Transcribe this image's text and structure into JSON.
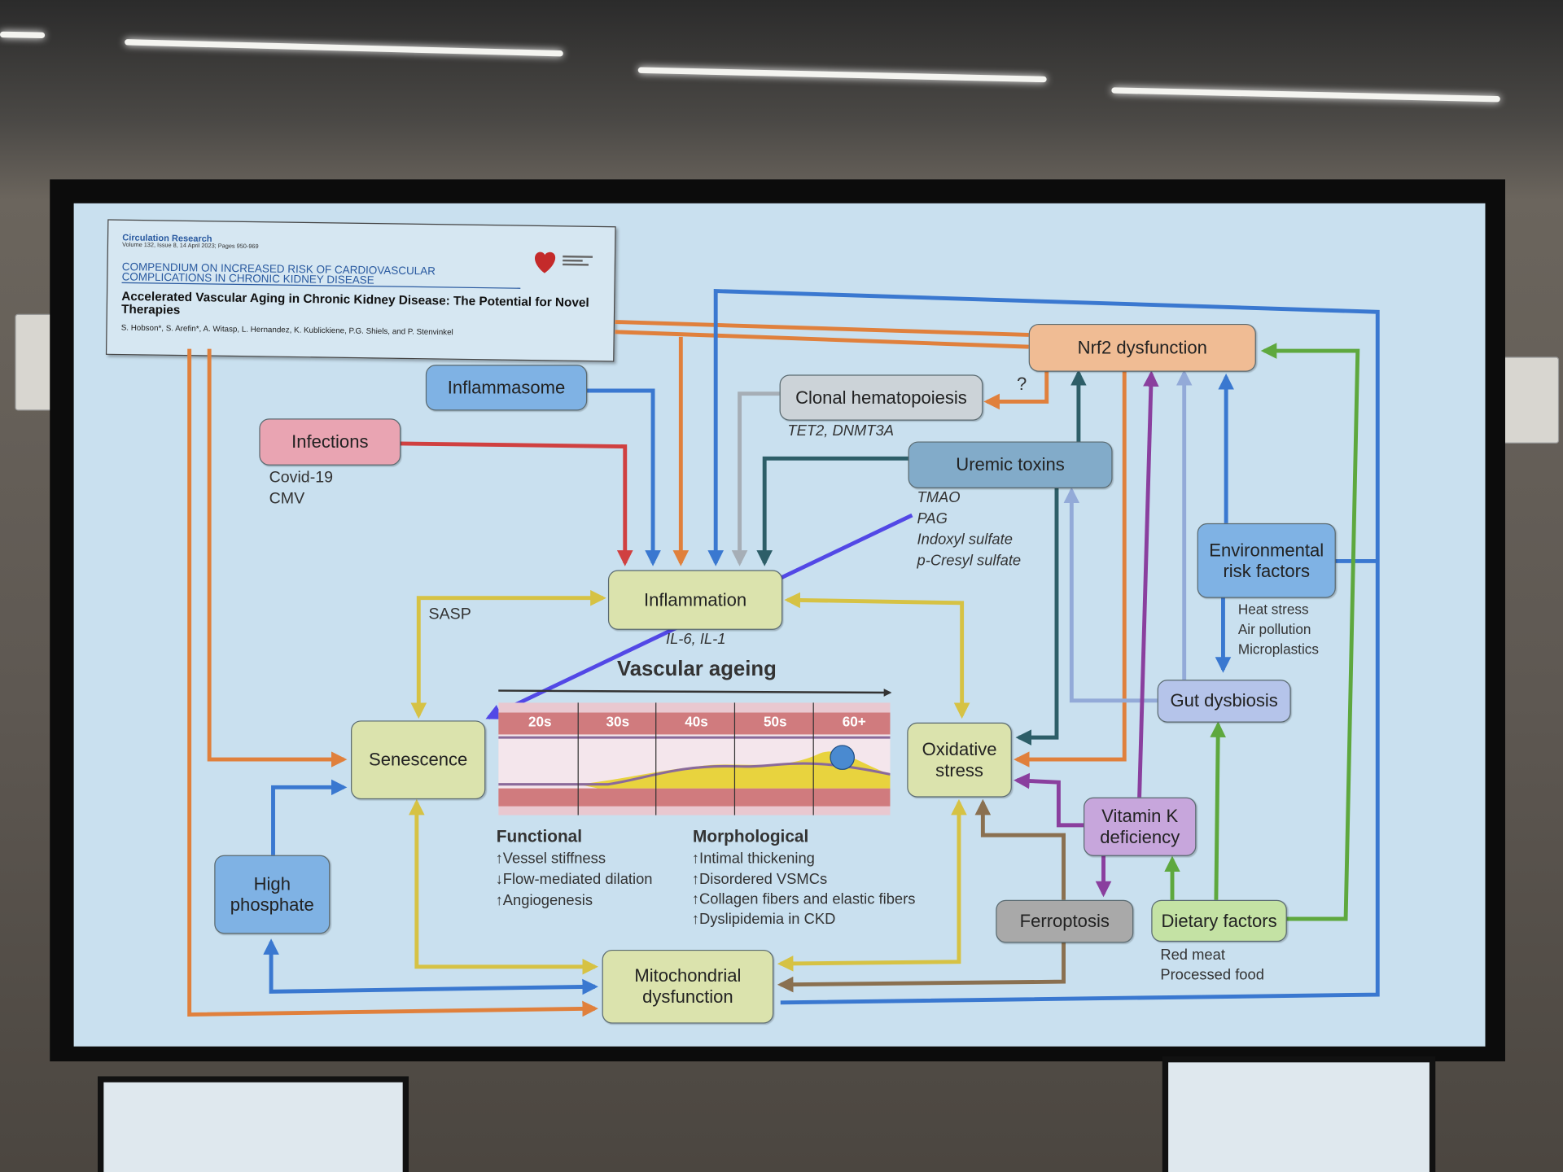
{
  "paper": {
    "journal": "Circulation Research",
    "volume": "Volume 132, Issue 8, 14 April 2023; Pages 950-969",
    "compendium": "COMPENDIUM ON INCREASED RISK OF CARDIOVASCULAR COMPLICATIONS IN CHRONIC KIDNEY DISEASE",
    "title": "Accelerated Vascular Aging in Chronic Kidney Disease: The Potential for Novel Therapies",
    "authors": "S. Hobson*, S. Arefin*, A. Witasp, L. Hernandez, K. Kublickiene, P.G. Shiels, and P. Stenvinkel",
    "publisher_logo": "American Heart Association"
  },
  "nodes": {
    "inflammasome": "Inflammasome",
    "infections": "Infections",
    "clonal": "Clonal hematopoiesis",
    "nrf2": "Nrf2 dysfunction",
    "uremic": "Uremic toxins",
    "environmental": "Environmental risk factors",
    "inflammation": "Inflammation",
    "senescence": "Senescence",
    "oxidative": "Oxidative stress",
    "gut": "Gut dysbiosis",
    "vitk": "Vitamin K deficiency",
    "phosphate": "High phosphate",
    "ferroptosis": "Ferroptosis",
    "dietary": "Dietary factors",
    "mito": "Mitochondrial dysfunction"
  },
  "labels": {
    "question": "?",
    "infections_sub": [
      "Covid-19",
      "CMV"
    ],
    "clonal_sub": "TET2, DNMT3A",
    "uremic_sub": [
      "TMAO",
      "PAG",
      "Indoxyl sulfate",
      "p-Cresyl sulfate"
    ],
    "env_sub": [
      "Heat stress",
      "Air pollution",
      "Microplastics"
    ],
    "dietary_sub": [
      "Red meat",
      "Processed food"
    ],
    "sasp": "SASP",
    "inflammation_sub": "IL-6, IL-1",
    "vascular_title": "Vascular ageing",
    "ages": [
      "20s",
      "30s",
      "40s",
      "50s",
      "60+"
    ],
    "functional": {
      "title": "Functional",
      "items": [
        {
          "dir": "↑",
          "text": "Vessel stiffness"
        },
        {
          "dir": "↓",
          "text": "Flow-mediated dilation"
        },
        {
          "dir": "↑",
          "text": "Angiogenesis"
        }
      ]
    },
    "morphological": {
      "title": "Morphological",
      "items": [
        {
          "dir": "↑",
          "text": "Intimal thickening"
        },
        {
          "dir": "↑",
          "text": "Disordered VSMCs"
        },
        {
          "dir": "↑",
          "text": "Collagen fibers and elastic fibers"
        },
        {
          "dir": "↑",
          "text": "Dyslipidemia in CKD"
        }
      ]
    }
  },
  "colors": {
    "orange": "#e0803c",
    "blue": "#3a78d0",
    "red": "#d04040",
    "gray": "#a6aeb6",
    "teal": "#2d5e68",
    "yellow": "#d6c244",
    "purple": "#8a3f9e",
    "green": "#5ea83e",
    "lightblue": "#93aad8",
    "brown": "#8a7050",
    "pointer": "#5248e6"
  }
}
